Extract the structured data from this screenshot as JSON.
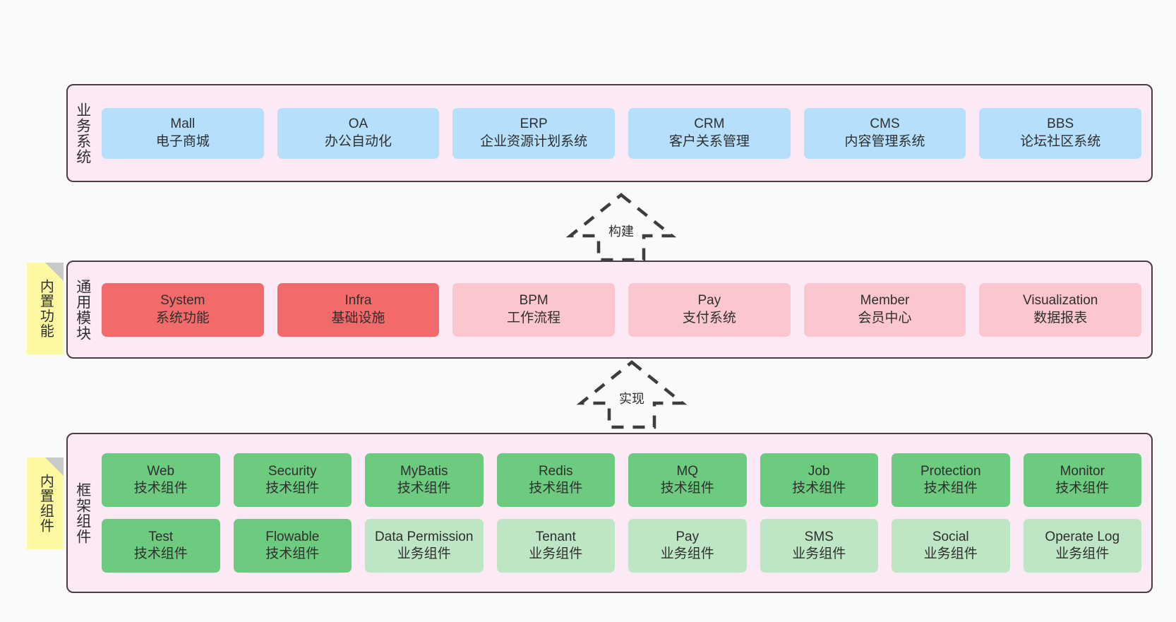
{
  "diagram": {
    "background_color": "#fafafa",
    "layer_fill": "#fbeaf5",
    "layer_border": "#4a3b44",
    "sticky_color": "#fdf9a2",
    "colors": {
      "blue": "#b5dffb",
      "red": "#f26a6a",
      "pink": "#fbc6cd",
      "green": "#6ccb7f",
      "light_green": "#bfe6c4"
    }
  },
  "layers": [
    {
      "id": "business-systems",
      "title": "业务系统",
      "rows": [
        [
          {
            "name": "Mall",
            "subtitle": "电子商城",
            "color": "blue"
          },
          {
            "name": "OA",
            "subtitle": "办公自动化",
            "color": "blue"
          },
          {
            "name": "ERP",
            "subtitle": "企业资源计划系统",
            "color": "blue"
          },
          {
            "name": "CRM",
            "subtitle": "客户关系管理",
            "color": "blue"
          },
          {
            "name": "CMS",
            "subtitle": "内容管理系统",
            "color": "blue"
          },
          {
            "name": "BBS",
            "subtitle": "论坛社区系统",
            "color": "blue"
          }
        ]
      ]
    },
    {
      "id": "common-modules",
      "title": "通用模块",
      "sticky": "内置功能",
      "rows": [
        [
          {
            "name": "System",
            "subtitle": "系统功能",
            "color": "red"
          },
          {
            "name": "Infra",
            "subtitle": "基础设施",
            "color": "red"
          },
          {
            "name": "BPM",
            "subtitle": "工作流程",
            "color": "pink"
          },
          {
            "name": "Pay",
            "subtitle": "支付系统",
            "color": "pink"
          },
          {
            "name": "Member",
            "subtitle": "会员中心",
            "color": "pink"
          },
          {
            "name": "Visualization",
            "subtitle": "数据报表",
            "color": "pink"
          }
        ]
      ]
    },
    {
      "id": "framework-components",
      "title": "框架组件",
      "sticky": "内置组件",
      "rows": [
        [
          {
            "name": "Web",
            "subtitle": "技术组件",
            "color": "green"
          },
          {
            "name": "Security",
            "subtitle": "技术组件",
            "color": "green"
          },
          {
            "name": "MyBatis",
            "subtitle": "技术组件",
            "color": "green"
          },
          {
            "name": "Redis",
            "subtitle": "技术组件",
            "color": "green"
          },
          {
            "name": "MQ",
            "subtitle": "技术组件",
            "color": "green"
          },
          {
            "name": "Job",
            "subtitle": "技术组件",
            "color": "green"
          },
          {
            "name": "Protection",
            "subtitle": "技术组件",
            "color": "green"
          },
          {
            "name": "Monitor",
            "subtitle": "技术组件",
            "color": "green"
          }
        ],
        [
          {
            "name": "Test",
            "subtitle": "技术组件",
            "color": "green"
          },
          {
            "name": "Flowable",
            "subtitle": "技术组件",
            "color": "green"
          },
          {
            "name": "Data Permission",
            "subtitle": "业务组件",
            "color": "light_green",
            "wrap": true
          },
          {
            "name": "Tenant",
            "subtitle": "业务组件",
            "color": "light_green"
          },
          {
            "name": "Pay",
            "subtitle": "业务组件",
            "color": "light_green"
          },
          {
            "name": "SMS",
            "subtitle": "业务组件",
            "color": "light_green"
          },
          {
            "name": "Social",
            "subtitle": "业务组件",
            "color": "light_green"
          },
          {
            "name": "Operate Log",
            "subtitle": "业务组件",
            "color": "light_green"
          }
        ]
      ]
    }
  ],
  "connectors": [
    {
      "id": "build",
      "label": "构建",
      "style": "dashed-hollow-arrow-up"
    },
    {
      "id": "implement",
      "label": "实现",
      "style": "dashed-hollow-arrow-up"
    }
  ]
}
